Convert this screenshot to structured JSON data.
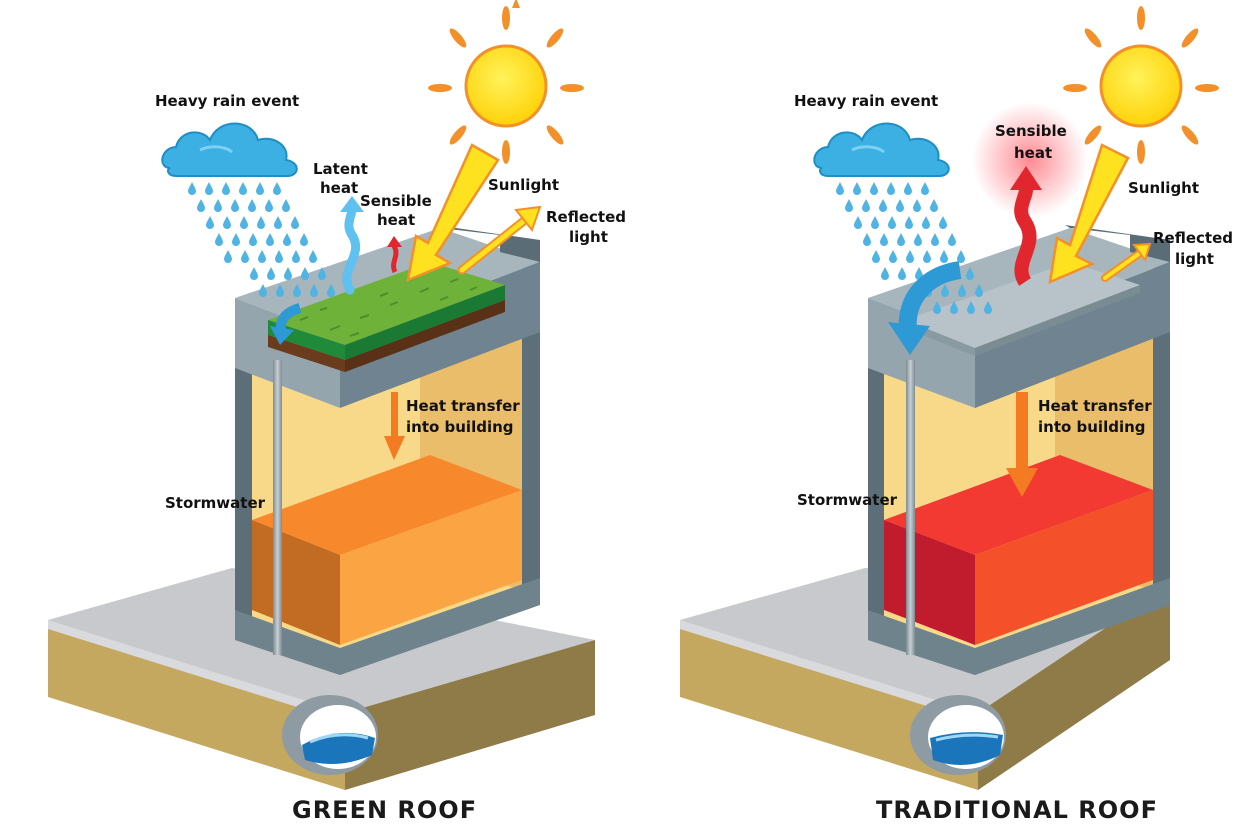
{
  "panels": [
    {
      "title": "GREEN ROOF",
      "labels": {
        "rain": "Heavy rain event",
        "latent_1": "Latent",
        "latent_2": "heat",
        "sensible_1": "Sensible",
        "sensible_2": "heat",
        "sunlight": "Sunlight",
        "reflected_1": "Reflected",
        "reflected_2": "light",
        "transfer_1": "Heat transfer",
        "transfer_2": "into building",
        "stormwater": "Stormwater"
      }
    },
    {
      "title": "TRADITIONAL ROOF",
      "labels": {
        "rain": "Heavy rain event",
        "sensible_1": "Sensible",
        "sensible_2": "heat",
        "sunlight": "Sunlight",
        "reflected_1": "Reflected",
        "reflected_2": "light",
        "transfer_1": "Heat transfer",
        "transfer_2": "into building",
        "stormwater": "Stormwater"
      }
    }
  ],
  "colors": {
    "ground_top": "#c8c9cd",
    "ground_front": "#c4a860",
    "ground_side": "#8f7b48",
    "wall": "#7f939e",
    "wall_dark": "#4f626c",
    "interior": "#f8d98a",
    "sun": "#ffe21f",
    "sun_ray": "#f3902a",
    "cloud": "#3cb0e2",
    "rain": "#54b7e6",
    "heat_arrow": "#f47b22",
    "sensible_arrow": "#e1262d",
    "grass": "#6fb23a",
    "soil": "#6a3b1c",
    "box_green_front": "#fba444",
    "box_green_side": "#c26b22",
    "box_green_top": "#f7892c",
    "box_trad_front": "#f4512a",
    "box_trad_side": "#c01c2d",
    "box_trad_top": "#f33a32",
    "pipe": "#9aa6ad",
    "water": "#1b75bb"
  },
  "icons": [
    "sun-icon",
    "cloud-icon",
    "rain-drops",
    "heat-arrow",
    "stormwater-pipe"
  ]
}
